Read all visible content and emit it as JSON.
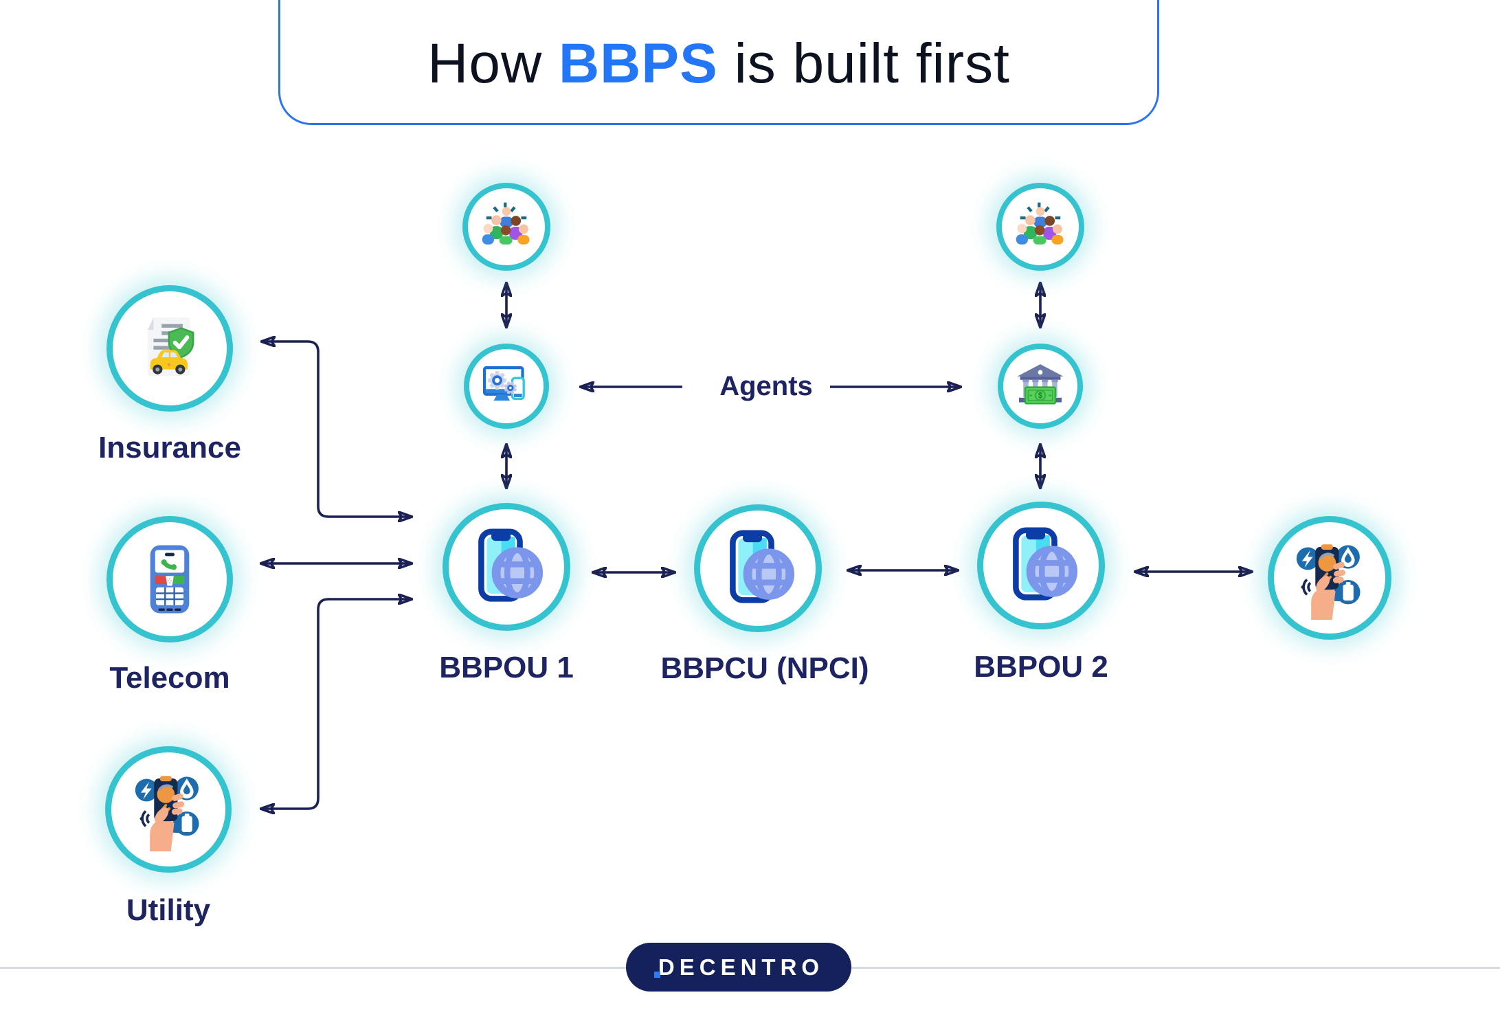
{
  "title": {
    "prefix": "How ",
    "highlight": "BBPS",
    "suffix": " is built first"
  },
  "labels": {
    "agents": "Agents"
  },
  "nodes": {
    "consumers_left": {
      "icon": "people-group-icon"
    },
    "digital_agent": {
      "icon": "computer-gears-icon"
    },
    "consumers_right": {
      "icon": "people-group-icon"
    },
    "bank_agent": {
      "icon": "bank-money-icon"
    },
    "insurance": {
      "label": "Insurance",
      "icon": "insurance-document-car-shield-icon"
    },
    "telecom": {
      "label": "Telecom",
      "icon": "telecom-feature-phone-icon"
    },
    "utility": {
      "label": "Utility",
      "icon": "hand-holding-phone-utility-icon"
    },
    "bbpou1": {
      "label": "BBPOU 1",
      "icon": "phone-globe-icon"
    },
    "bbpcu": {
      "label": "BBPCU (NPCI)",
      "icon": "phone-globe-icon"
    },
    "bbpou2": {
      "label": "BBPOU 2",
      "icon": "phone-globe-icon"
    },
    "customer_right": {
      "icon": "hand-holding-phone-utility-icon"
    }
  },
  "footer": {
    "brand": "DECENTRO"
  },
  "colors": {
    "accent_teal": "#35c3cf",
    "navy_text": "#1d2461",
    "arrow_navy": "#1b2153",
    "title_blue": "#2376f5",
    "title_border_blue": "#2b74f3",
    "brand_pill_navy": "#14215a",
    "footer_line_grey": "#d6dae1",
    "background": "#ffffff"
  }
}
